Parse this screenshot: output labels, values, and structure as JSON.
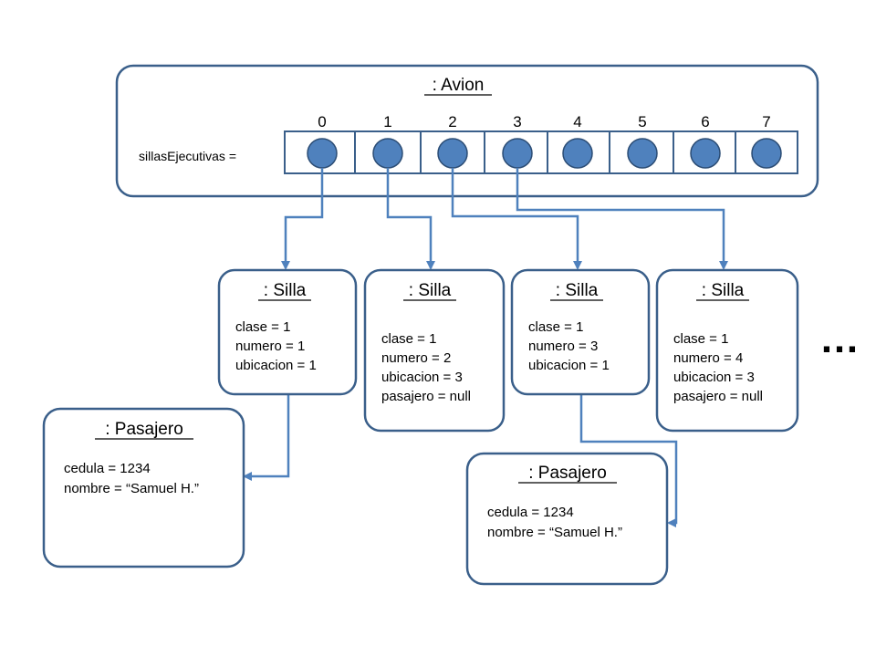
{
  "avion": {
    "title": ": Avion",
    "array_label": "sillasEjecutivas =",
    "indices": [
      "0",
      "1",
      "2",
      "3",
      "4",
      "5",
      "6",
      "7"
    ]
  },
  "sillas": [
    {
      "title": ": Silla",
      "attrs": [
        "clase = 1",
        "numero = 1",
        "ubicacion = 1"
      ]
    },
    {
      "title": ": Silla",
      "attrs": [
        "clase = 1",
        "numero = 2",
        "ubicacion = 3",
        "pasajero = null"
      ]
    },
    {
      "title": ": Silla",
      "attrs": [
        "clase = 1",
        "numero = 3",
        "ubicacion = 1"
      ]
    },
    {
      "title": ": Silla",
      "attrs": [
        "clase = 1",
        "numero = 4",
        "ubicacion = 3",
        "pasajero = null"
      ]
    }
  ],
  "pasajeros": [
    {
      "title": ": Pasajero",
      "attrs": [
        "cedula = 1234",
        "nombre = “Samuel H.”"
      ]
    },
    {
      "title": ": Pasajero",
      "attrs": [
        "cedula = 1234",
        "nombre = “Samuel H.”"
      ]
    }
  ],
  "ellipsis": "…",
  "colors": {
    "box_border": "#3a5f8a",
    "connector": "#4f81bd",
    "dot_fill": "#4f81bd"
  }
}
